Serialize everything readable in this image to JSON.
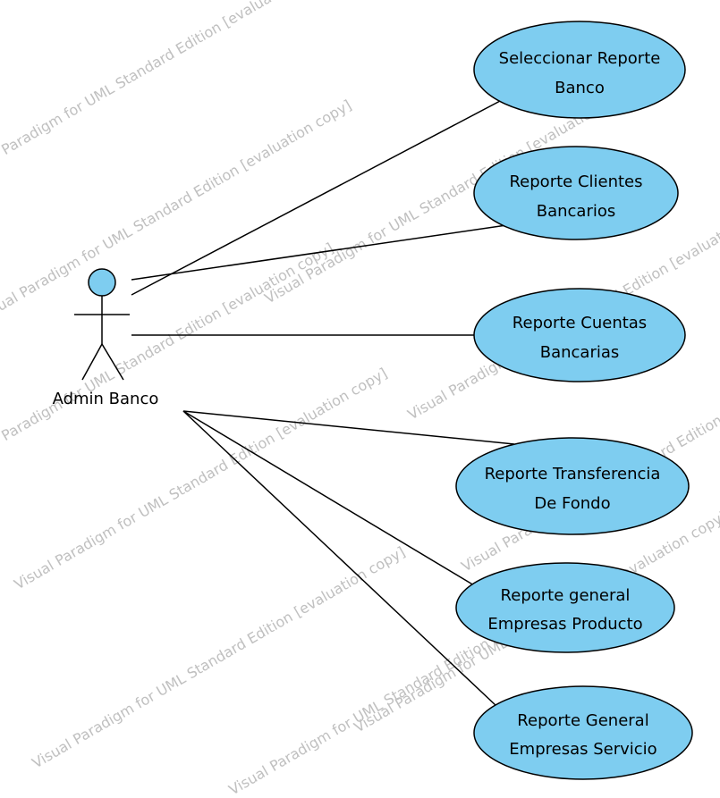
{
  "diagram": {
    "actor": {
      "name": "Admin Banco"
    },
    "use_cases": [
      {
        "id": "uc1",
        "lines": [
          "Seleccionar Reporte",
          "Banco"
        ]
      },
      {
        "id": "uc2",
        "lines": [
          "Reporte Clientes",
          "Bancarios"
        ]
      },
      {
        "id": "uc3",
        "lines": [
          "Reporte Cuentas",
          "Bancarias"
        ]
      },
      {
        "id": "uc4",
        "lines": [
          "Reporte Transferencia",
          "De Fondo"
        ]
      },
      {
        "id": "uc5",
        "lines": [
          "Reporte general",
          "Empresas Producto"
        ]
      },
      {
        "id": "uc6",
        "lines": [
          "Reporte General",
          "Empresas Servicio"
        ]
      }
    ],
    "watermark": {
      "texts": [
        "Visual Paradigm for UML Standard Edition [evaluation copy]",
        "Visual Paradigm for UML Standard Edition [evaluation copy]",
        "Visual Paradigm for UML Standard Edition [evaluation copy]",
        "Visual Paradigm for UML Standard Edition [evaluation copy]",
        "Visual Paradigm for UML Standard Edition [evaluation copy]",
        "Visual Paradigm for UML Standard Edition [evaluation copy]",
        "Visual Paradigm for UML Standard Edition [evaluation copy]",
        "Visual Paradigm for UML Standard Edition [evaluation copy]",
        "Visual Paradigm for UML Standard Edition [evaluation copy]",
        "Visual Paradigm for UML Standard Edition [evaluation copy]"
      ]
    },
    "colors": {
      "use_case_fill": "#7ecdf0",
      "actor_head_fill": "#7ecdf0",
      "line": "#000000",
      "watermark": "#c0c0c0",
      "background": "#ffffff"
    }
  }
}
